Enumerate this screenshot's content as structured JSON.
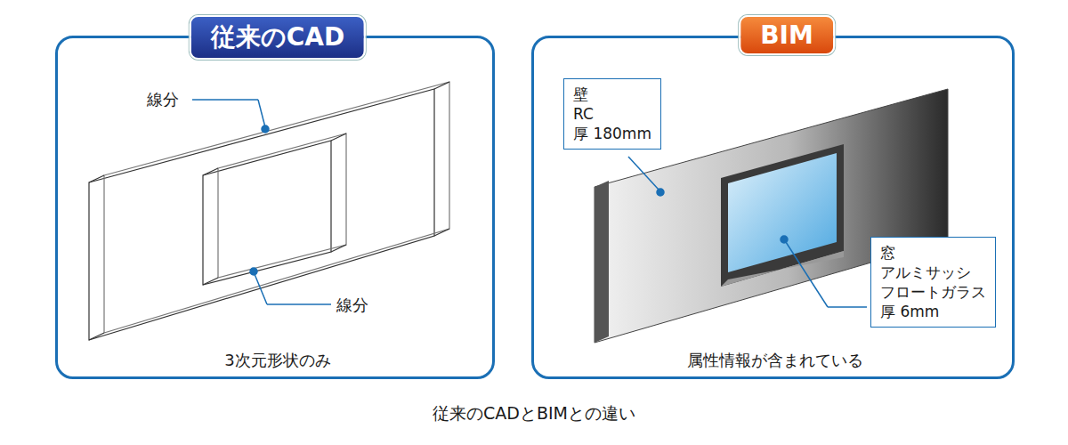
{
  "diagram": {
    "caption": "従来のCADとBIMとの違い",
    "nodes": [
      {
        "text": [
          "従来のCAD",
          "3次元形状のみ"
        ]
      },
      {
        "text": [
          "BIM",
          "属性情報が含まれている"
        ]
      },
      {
        "text": [
          "壁",
          "RC",
          "厚 180mm"
        ],
        "in": 1
      },
      {
        "text": [
          "窓",
          "アルミサッシ",
          "フロートガラス",
          "厚 6mm"
        ],
        "in": 1
      }
    ],
    "labels": [
      "線分",
      "線分"
    ]
  }
}
